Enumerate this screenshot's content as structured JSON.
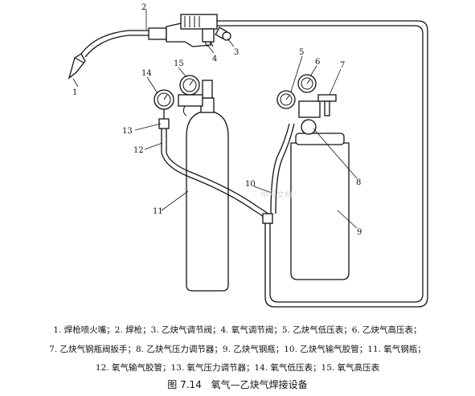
{
  "labels": {
    "n1": "1",
    "n2": "2",
    "n3": "3",
    "n4": "4",
    "n5": "5",
    "n6": "6",
    "n7": "7",
    "n8": "8",
    "n9": "9",
    "n10": "10",
    "n11": "11",
    "n12": "12",
    "n13": "13",
    "n14": "14",
    "n15": "15"
  },
  "caption": {
    "line1": "1. 焊枪喷火嘴；2. 焊枪；3. 乙炔气调节阀；4. 氧气调节阀；5. 乙炔气低压表；6. 乙炔气高压表；",
    "line2": "7. 乙炔气钢瓶阀扳手；8. 乙炔气压力调节器；9. 乙炔气钢瓶；10. 乙炔气输气胶管；11. 氧气钢瓶；",
    "line3": "12. 氧气输气胶管；13. 氧气压力调节器；14. 氧气低压表；15. 氧气高压表"
  },
  "figure": {
    "number": "图 7.14",
    "title": "氧气—乙炔气焊接设备"
  },
  "watermark": "中科文档"
}
